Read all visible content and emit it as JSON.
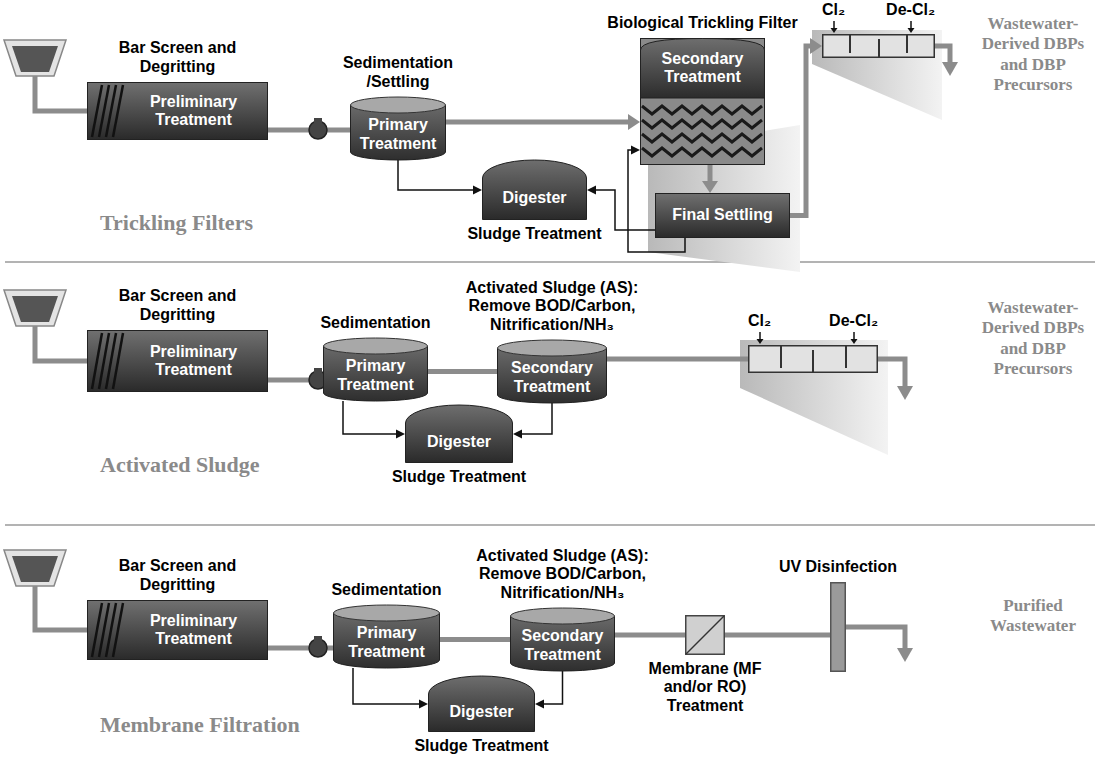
{
  "diagram": {
    "nodes": [
      {
        "text": [
          "Bar Screen and Degritting",
          "Preliminary Treatment"
        ]
      },
      {
        "text": [
          "Sedimentation /Settling",
          "Primary Treatment"
        ]
      },
      {
        "text": [
          "Biological Trickling Filter",
          "Secondary Treatment"
        ]
      },
      {
        "text": [
          "Digester",
          "Sludge Treatment"
        ]
      },
      {
        "text": [
          "Final Settling"
        ]
      },
      {
        "text": [
          "Cl₂",
          "De-Cl₂"
        ]
      },
      {
        "text": [
          "Bar Screen and Degritting",
          "Preliminary Treatment"
        ]
      },
      {
        "text": [
          "Sedimentation",
          "Primary Treatment"
        ]
      },
      {
        "text": [
          "Activated Sludge (AS): Remove BOD/Carbon, Nitrification/NH₃",
          "Secondary Treatment"
        ]
      },
      {
        "text": [
          "Digester",
          "Sludge Treatment"
        ]
      },
      {
        "text": [
          "Cl₂",
          "De-Cl₂"
        ]
      },
      {
        "text": [
          "Bar Screen and Degritting",
          "Preliminary Treatment"
        ]
      },
      {
        "text": [
          "Sedimentation",
          "Primary Treatment"
        ]
      },
      {
        "text": [
          "Activated Sludge (AS): Remove BOD/Carbon, Nitrification/NH₃",
          "Secondary Treatment"
        ]
      },
      {
        "text": [
          "Digester",
          "Sludge Treatment"
        ]
      },
      {
        "text": [
          "Membrane (MF and/or RO) Treatment"
        ]
      },
      {
        "text": [
          "UV Disinfection"
        ]
      }
    ],
    "edges": [
      {
        "from": 0,
        "to": 1,
        "arrow": "none"
      },
      {
        "from": 1,
        "to": 2,
        "arrow": "to"
      },
      {
        "from": 1,
        "to": 3,
        "arrow": "to"
      },
      {
        "from": 2,
        "to": 4,
        "arrow": "to"
      },
      {
        "from": 4,
        "to": 5,
        "arrow": "to"
      },
      {
        "from": 4,
        "to": 2,
        "arrow": "to"
      },
      {
        "from": 4,
        "to": 3,
        "arrow": "to"
      },
      {
        "from": 6,
        "to": 7,
        "arrow": "none"
      },
      {
        "from": 7,
        "to": 8,
        "arrow": "none"
      },
      {
        "from": 8,
        "to": 10,
        "arrow": "none"
      },
      {
        "from": 7,
        "to": 9,
        "arrow": "to"
      },
      {
        "from": 8,
        "to": 9,
        "arrow": "to"
      },
      {
        "from": 11,
        "to": 12,
        "arrow": "none"
      },
      {
        "from": 12,
        "to": 13,
        "arrow": "none"
      },
      {
        "from": 13,
        "to": 15,
        "arrow": "none"
      },
      {
        "from": 15,
        "to": 16,
        "arrow": "none"
      },
      {
        "from": 12,
        "to": 14,
        "arrow": "to"
      },
      {
        "from": 13,
        "to": 14,
        "arrow": "to"
      }
    ],
    "labels": [
      "Trickling Filters",
      "Wastewater-Derived DBPs and DBP Precursors",
      "Activated Sludge",
      "Wastewater-Derived DBPs and DBP Precursors",
      "Membrane Filtration",
      "Purified Wastewater"
    ]
  }
}
